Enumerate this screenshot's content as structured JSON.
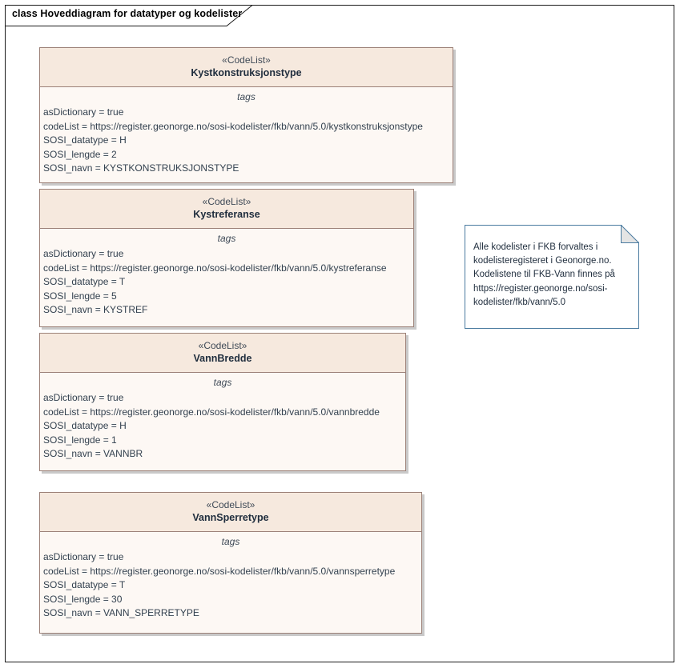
{
  "diagram": {
    "title": "class Hoveddiagram for datatyper og kodelister",
    "frame_border_color": "#1b1b1b",
    "background": "#ffffff"
  },
  "style": {
    "class_header_fill": "#f6e9de",
    "class_body_fill": "#fdf8f4",
    "class_border": "#9c8178",
    "class_shadow": "#c9c9c9",
    "class_text": "#33414f",
    "note_border": "#4a7ba0",
    "note_fill": "#ffffff",
    "note_fold_fill": "#e4e4e4"
  },
  "classes": [
    {
      "stereotype": "«CodeList»",
      "name": "Kystkonstruksjonstype",
      "compartment_title": "tags",
      "tags": [
        "asDictionary = true",
        "codeList = https://register.geonorge.no/sosi-kodelister/fkb/vann/5.0/kystkonstruksjonstype",
        "SOSI_datatype = H",
        "SOSI_lengde = 2",
        "SOSI_navn = KYSTKONSTRUKSJONSTYPE"
      ]
    },
    {
      "stereotype": "«CodeList»",
      "name": "Kystreferanse",
      "compartment_title": "tags",
      "tags": [
        "asDictionary = true",
        "codeList = https://register.geonorge.no/sosi-kodelister/fkb/vann/5.0/kystreferanse",
        "SOSI_datatype = T",
        "SOSI_lengde = 5",
        "SOSI_navn = KYSTREF"
      ]
    },
    {
      "stereotype": "«CodeList»",
      "name": "VannBredde",
      "compartment_title": "tags",
      "tags": [
        "asDictionary = true",
        "codeList = https://register.geonorge.no/sosi-kodelister/fkb/vann/5.0/vannbredde",
        "SOSI_datatype = H",
        "SOSI_lengde = 1",
        "SOSI_navn = VANNBR"
      ]
    },
    {
      "stereotype": "«CodeList»",
      "name": "VannSperretype",
      "compartment_title": "tags",
      "tags": [
        "asDictionary = true",
        "codeList = https://register.geonorge.no/sosi-kodelister/fkb/vann/5.0/vannsperretype",
        "SOSI_datatype = T",
        "SOSI_lengde = 30",
        "SOSI_navn = VANN_SPERRETYPE"
      ]
    }
  ],
  "note": {
    "lines": [
      "Alle kodelister i FKB forvaltes i",
      "kodelisteregisteret i Geonorge.no.",
      "Kodelistene til FKB-Vann finnes på",
      "https://register.geonorge.no/sosi-",
      "kodelister/fkb/vann/5.0"
    ]
  }
}
